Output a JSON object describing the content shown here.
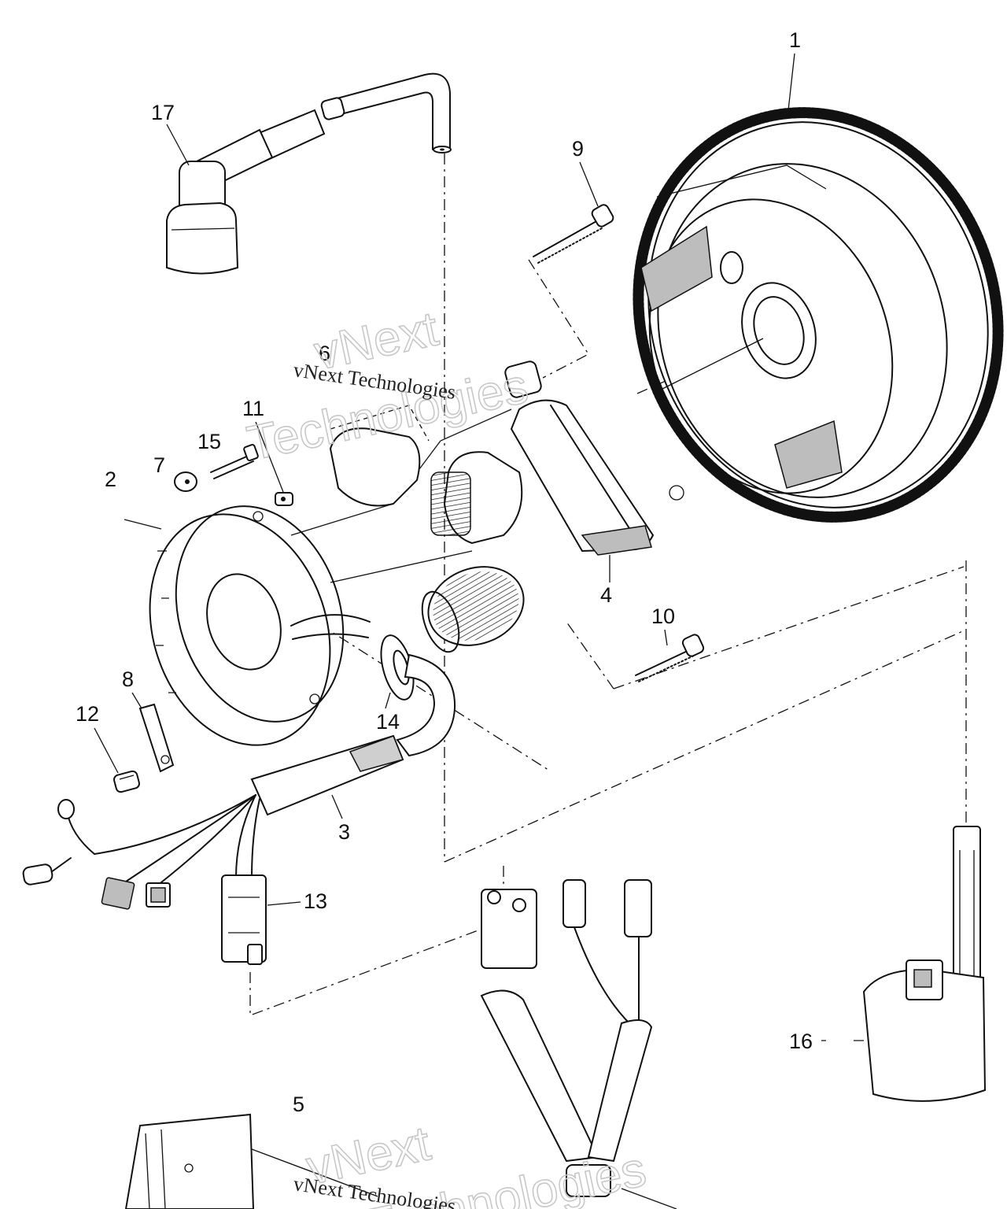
{
  "callouts": {
    "p1": "1",
    "p2": "2",
    "p3": "3",
    "p4": "4",
    "p5": "5",
    "p6": "6",
    "p7": "7",
    "p8": "8",
    "p9": "9",
    "p10": "10",
    "p11": "11",
    "p12": "12",
    "p13": "13",
    "p14": "14",
    "p15": "15",
    "p16": "16",
    "p17": "17"
  },
  "watermark": {
    "big_line1": "vNext",
    "big_line2": "Technologies",
    "small": "vNext Technologies"
  }
}
